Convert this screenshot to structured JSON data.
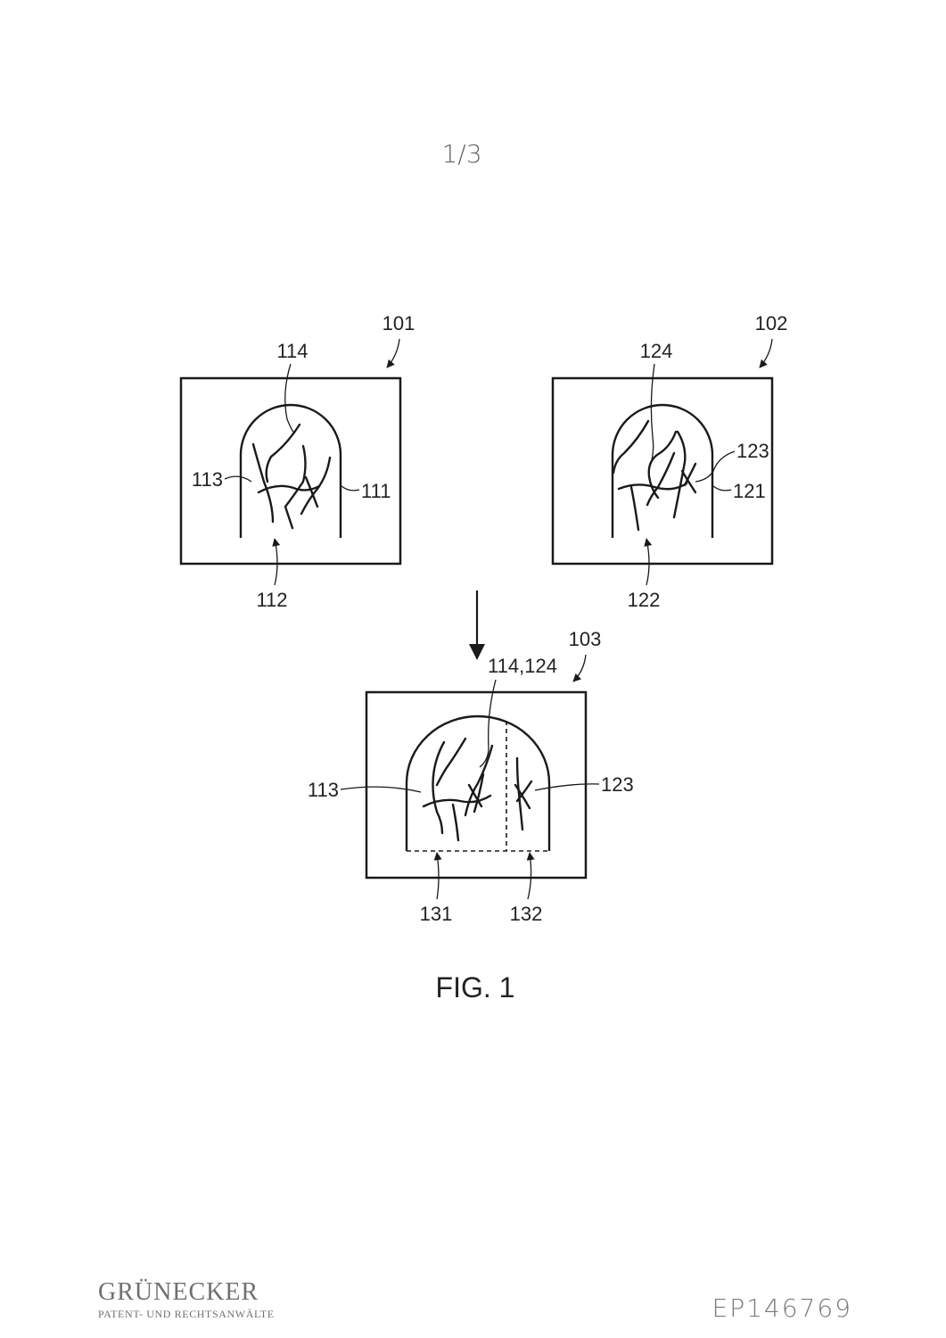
{
  "page_number": "1/3",
  "figure_label": "FIG. 1",
  "document_number": "EP146769",
  "logo": {
    "name": "GRÜNECKER",
    "subtitle": "PATENT- UND RECHTSANWÄLTE"
  },
  "panels": {
    "first": {
      "ref": "101",
      "labels": {
        "outline": "111",
        "region": "112",
        "left_veins": "113",
        "top_vein": "114"
      }
    },
    "second": {
      "ref": "102",
      "labels": {
        "outline": "121",
        "region": "122",
        "right_veins": "123",
        "top_vein": "124"
      }
    },
    "combined": {
      "ref": "103",
      "labels": {
        "top_veins": "114,124",
        "left_veins": "113",
        "right_veins": "123",
        "left_region": "131",
        "right_region": "132"
      }
    }
  }
}
